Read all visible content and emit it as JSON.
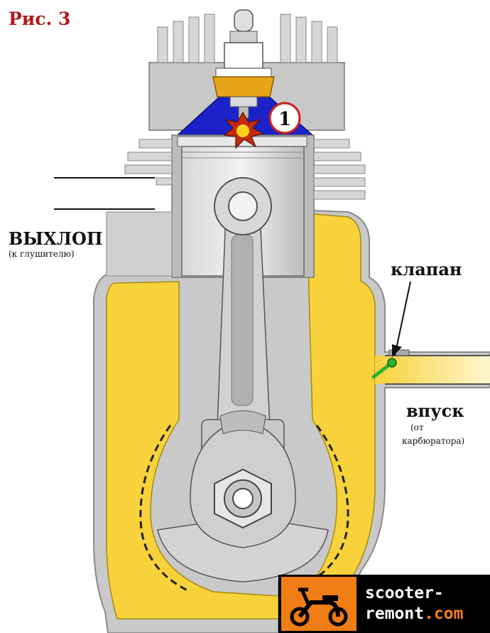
{
  "figure": {
    "title": "Рис. 3",
    "marker": "1"
  },
  "labels": {
    "exhaust": "ВЫХЛОП",
    "exhaust_sub": "(к глушителю)",
    "valve": "клапан",
    "intake": "впуск",
    "intake_sub_line1": "(от",
    "intake_sub_line2": "карбюратора)"
  },
  "watermark": {
    "line1": "scooter-",
    "line2_part1": "remont",
    "line2_part2": ".com",
    "icon": "scooter-icon"
  },
  "colors": {
    "fuel_mixture": "#f8d23a",
    "combustion_chamber": "#1a22c8",
    "engine_metal": "#c8c8c8",
    "valve": "#2fb02f",
    "marker_ring": "#cc1f1f",
    "brand_orange": "#f07c16"
  }
}
